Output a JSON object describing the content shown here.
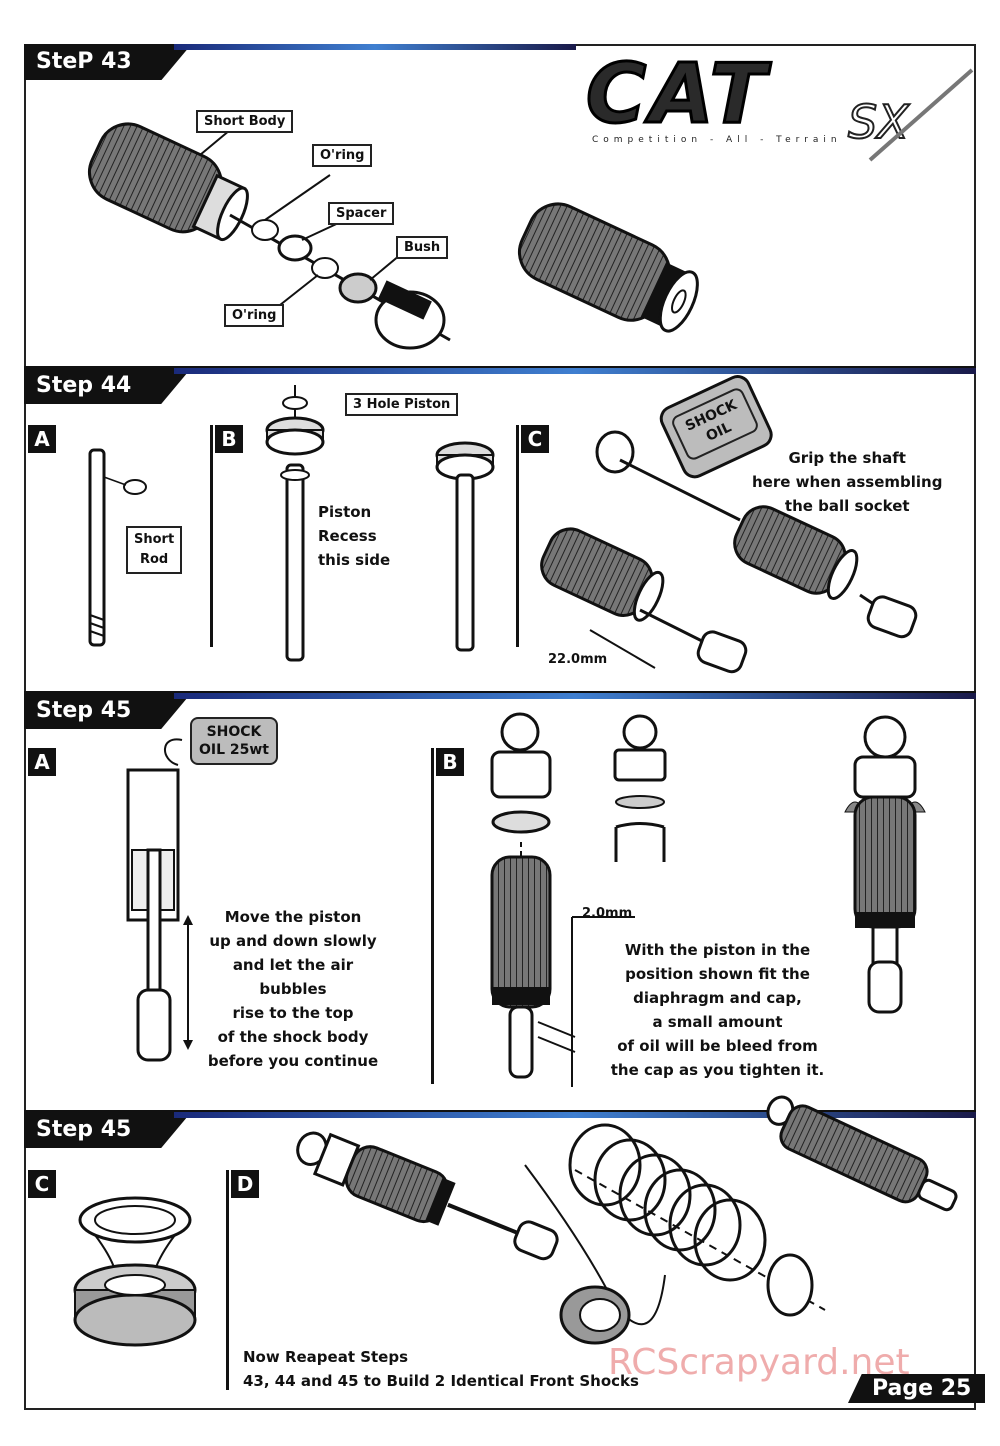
{
  "logo": {
    "word": "CAT",
    "suffix": "SX",
    "tagline": "Competition - All - Terrain"
  },
  "step43": {
    "title": "SteP 43",
    "labels": {
      "short_body": "Short Body",
      "oring_top": "O'ring",
      "spacer": "Spacer",
      "bush": "Bush",
      "oring_bottom": "O'ring"
    }
  },
  "step44": {
    "title": "Step 44",
    "sub_a": "A",
    "sub_b": "B",
    "sub_c": "C",
    "short_rod": "Short\nRod",
    "piston_label": "3 Hole Piston",
    "piston_note": "Piston\nRecess\nthis side",
    "oil_bottle": "SHOCK\nOIL",
    "grip_note": "Grip the shaft\nhere when assembling\nthe ball socket",
    "measure": "22.0mm"
  },
  "step45ab": {
    "title": "Step 45",
    "sub_a": "A",
    "sub_b": "B",
    "oil_bottle": "SHOCK\nOIL 25wt",
    "move_note": "Move the piston\nup and down slowly\nand let the air bubbles\nrise to the top\nof the shock body\nbefore you continue",
    "measure": "2.0mm",
    "fit_note": "With the piston in the\nposition shown fit the\ndiaphragm and cap,\na small amount\nof oil will be bleed from\nthe cap as you tighten it."
  },
  "step45cd": {
    "title": "Step 45",
    "sub_c": "C",
    "sub_d": "D",
    "repeat_note": "Now Reapeat Steps\n43, 44 and 45 to Build 2 Identical Front Shocks"
  },
  "footer": {
    "watermark": "RCScrapyard.net",
    "page": "Page 25"
  }
}
